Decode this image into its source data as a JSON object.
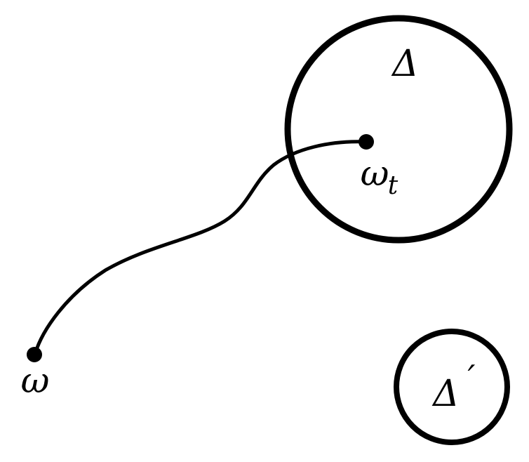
{
  "diagram": {
    "labels": {
      "region_delta": "Δ",
      "region_delta_prime_base": "Δ",
      "region_delta_prime_mark": "′",
      "point_start": "ω",
      "point_end_base": "ω",
      "point_end_subscript": "t"
    },
    "colors": {
      "ink": "#000000",
      "background": "#ffffff"
    }
  }
}
